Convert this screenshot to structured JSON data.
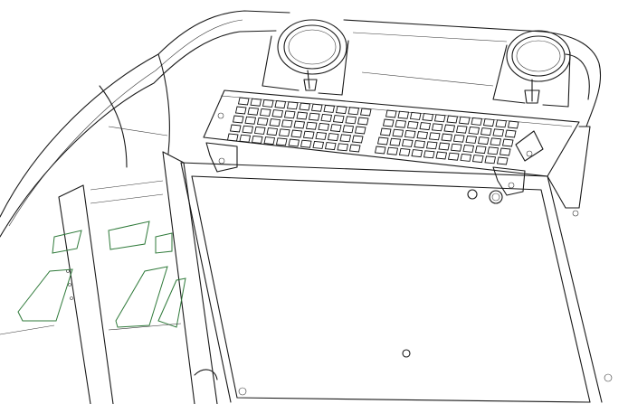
{
  "drawing": {
    "line_color": "#1a1a1a",
    "accent_line_color": "#2f7a3a",
    "background": "#ffffff",
    "grille_blocks": [
      {
        "rows": 5,
        "cols": 11
      },
      {
        "rows": 5,
        "cols": 11
      }
    ]
  }
}
